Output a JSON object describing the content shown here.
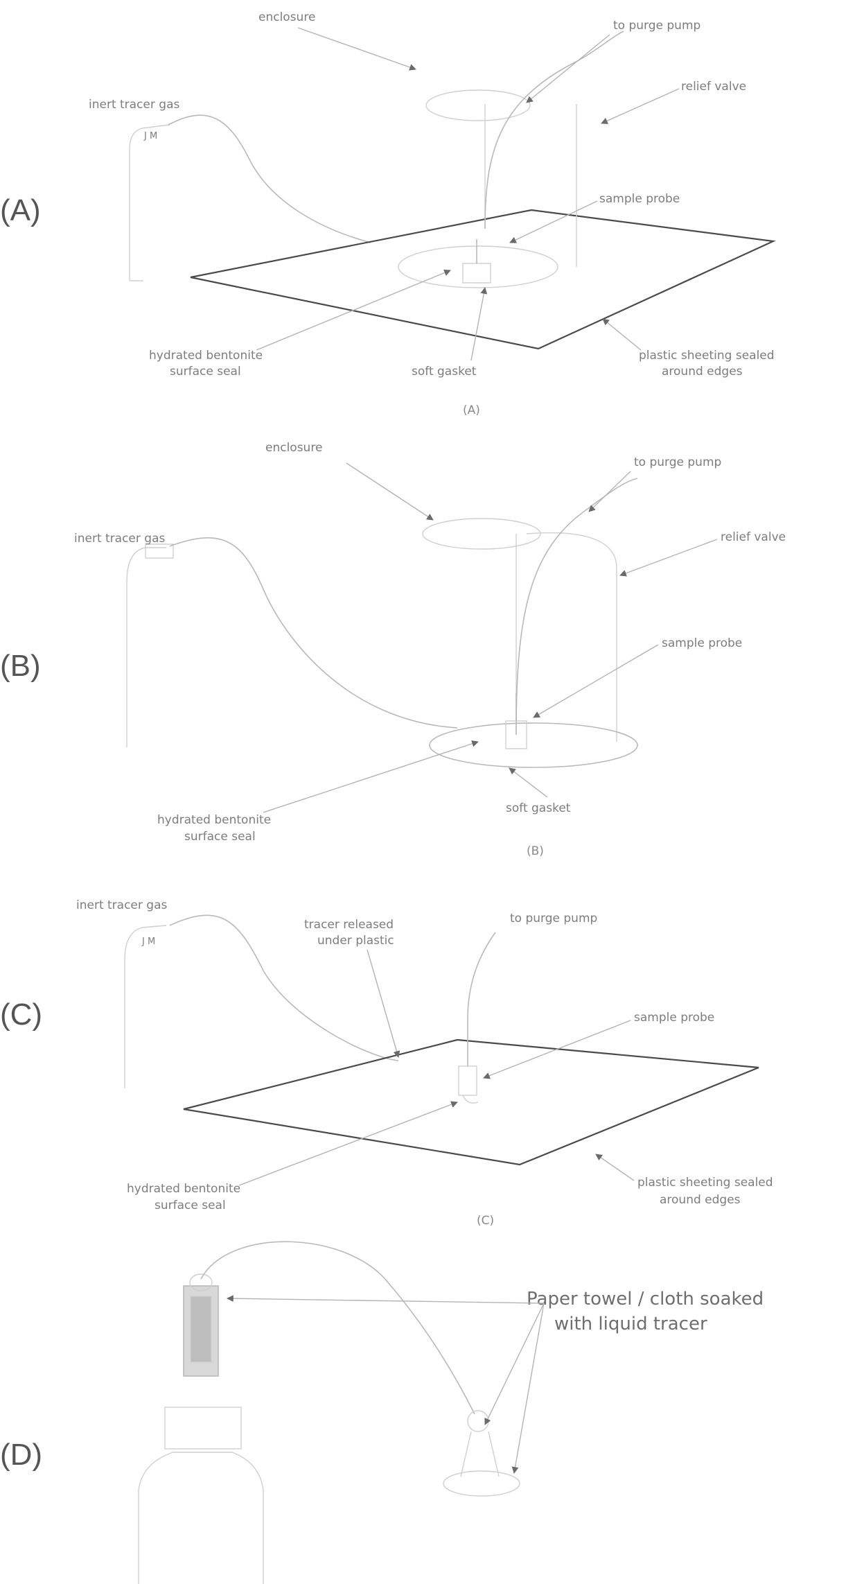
{
  "panels": {
    "A": {
      "letter": "(A)",
      "caption": "(A)",
      "labels": {
        "enclosure": "enclosure",
        "purge_pump": "to purge pump",
        "relief_valve": "relief valve",
        "tracer_gas": "inert tracer gas",
        "sample_probe": "sample probe",
        "seal_line1": "hydrated bentonite",
        "seal_line2": "surface seal",
        "gasket": "soft gasket",
        "sheet_line1": "plastic sheeting sealed",
        "sheet_line2": "around edges"
      }
    },
    "B": {
      "letter": "(B)",
      "caption": "(B)",
      "labels": {
        "enclosure": "enclosure",
        "purge_pump": "to purge pump",
        "relief_valve": "relief valve",
        "tracer_gas": "inert tracer gas",
        "sample_probe": "sample probe",
        "seal_line1": "hydrated bentonite",
        "seal_line2": "surface seal",
        "gasket": "soft gasket"
      }
    },
    "C": {
      "letter": "(C)",
      "caption": "(C)",
      "labels": {
        "tracer_gas": "inert tracer gas",
        "released_line1": "tracer released",
        "released_line2": "under plastic",
        "purge_pump": "to purge pump",
        "sample_probe": "sample probe",
        "seal_line1": "hydrated bentonite",
        "seal_line2": "surface seal",
        "sheet_line1": "plastic sheeting sealed",
        "sheet_line2": "around edges"
      }
    },
    "D": {
      "letter": "(D)",
      "labels": {
        "towel_line1": "Paper towel / cloth soaked",
        "towel_line2": "with liquid tracer"
      }
    }
  }
}
